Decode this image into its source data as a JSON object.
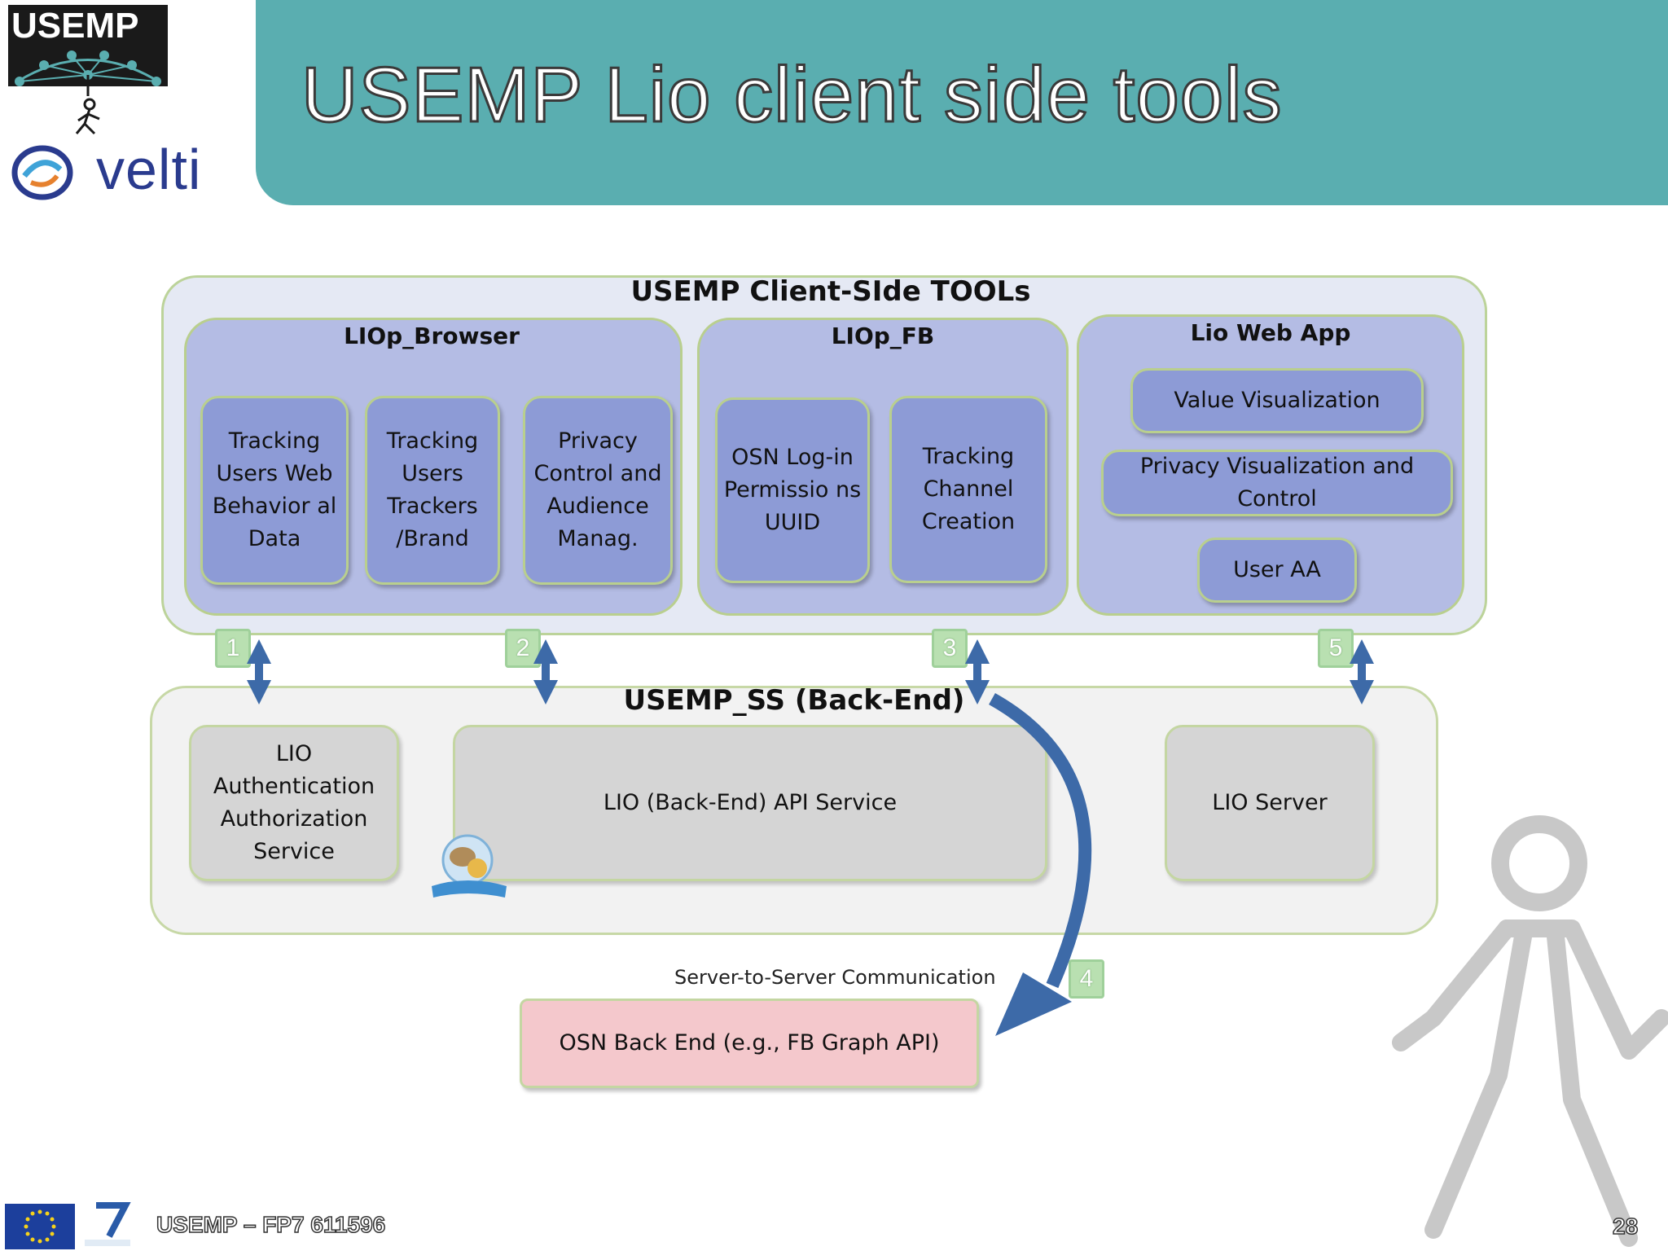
{
  "header": {
    "title": "USEMP Lio client side tools",
    "logo_usemp": "USEMP",
    "logo_velti": "velti"
  },
  "diagram": {
    "client_title": "USEMP  Client-SIde TOOLs",
    "browser": {
      "title": "LIOp_Browser",
      "boxes": [
        "Tracking Users Web Behavior al Data",
        "Tracking Users Trackers /Brand",
        "Privacy Control and Audience Manag."
      ]
    },
    "fb": {
      "title": "LIOp_FB",
      "boxes": [
        "OSN Log-in Permissio ns UUID",
        "Tracking Channel Creation"
      ]
    },
    "webapp": {
      "title": "Lio Web App",
      "boxes": [
        "Value Visualization",
        "Privacy Visualization and Control",
        "User AA"
      ]
    },
    "backend": {
      "title": "USEMP_SS (Back-End)",
      "boxes": [
        "LIO Authentication Authorization Service",
        "LIO (Back-End) API Service",
        "LIO Server"
      ]
    },
    "badges": [
      "1",
      "2",
      "3",
      "4",
      "5"
    ],
    "server_to_server_caption": "Server-to-Server Communication",
    "osn_box": "OSN Back End (e.g., FB Graph API)"
  },
  "footer": {
    "text": "USEMP – FP7 611596",
    "page": "28"
  },
  "colors": {
    "header_band": "#5aaeb0",
    "group_fill": "#b4bce4",
    "box_fill": "#8d9bd6",
    "arrow": "#3d6aa8",
    "border_green": "#b9cf8e"
  }
}
